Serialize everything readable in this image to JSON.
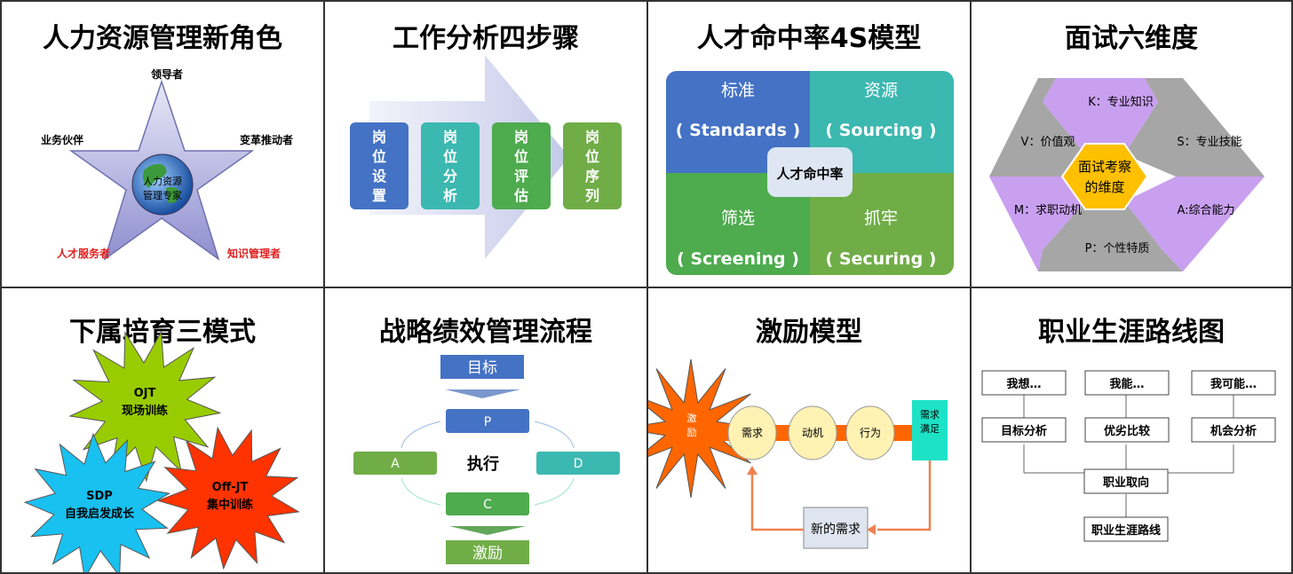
{
  "panels": {
    "p1": {
      "title": "人力资源管理新角色",
      "leader": "领导者",
      "partner": "业务伙伴",
      "change": "变革推动者",
      "service": "人才服务者",
      "knowledge": "知识管理者",
      "center_line1": "人力资源",
      "center_line2": "管理专家"
    },
    "p2": {
      "title": "工作分析四步骤",
      "steps": [
        "岗\n位\n设\n置",
        "岗\n位\n分\n析",
        "岗\n位\n评\n估",
        "岗\n位\n序\n列"
      ]
    },
    "p3": {
      "title": "人才命中率4S模型",
      "tl_cn": "标准",
      "tl_en": "( Standards )",
      "tr_cn": "资源",
      "tr_en": "( Sourcing )",
      "bl_cn": "筛选",
      "bl_en": "( Screening )",
      "br_cn": "抓牢",
      "br_en": "( Securing )",
      "center": "人才命中率"
    },
    "p4": {
      "title": "面试六维度",
      "k": "K：专业知识",
      "v": "V：价值观",
      "s": "S：专业技能",
      "m": "M：求职动机",
      "a": "A:综合能力",
      "p": "P：个性特质",
      "center1": "面试考察",
      "center2": "的维度"
    },
    "p5": {
      "title": "下属培育三模式",
      "ojt1": "OJT",
      "ojt2": "现场训练",
      "sdp1": "SDP",
      "sdp2": "自我启发成长",
      "off1": "Off-JT",
      "off2": "集中训练"
    },
    "p6": {
      "title": "战略绩效管理流程",
      "goal": "目标",
      "p": "P",
      "a": "A",
      "exec": "执行",
      "d": "D",
      "c": "C",
      "incentive": "激励"
    },
    "p7": {
      "title": "激励模型",
      "stim": "激\n励",
      "need": "需求",
      "motive": "动机",
      "behavior": "行为",
      "satisfy1": "需求",
      "satisfy2": "满足",
      "newneed": "新的需求"
    },
    "p8": {
      "title": "职业生涯路线图",
      "want": "我想…",
      "can": "我能…",
      "maybe": "我可能…",
      "goal": "目标分析",
      "compare": "优劣比较",
      "chance": "机会分析",
      "orient": "职业取向",
      "route": "职业生涯路线"
    }
  },
  "colors": {
    "blue": "#4472C4",
    "teal": "#3BB8B0",
    "green": "#4EAB4E",
    "lightgreen": "#70AD47",
    "purple": "#C9A0F0",
    "gray": "#A6A6A6",
    "gold": "#FFC000",
    "orange": "#FF6600",
    "red": "#E53935"
  }
}
